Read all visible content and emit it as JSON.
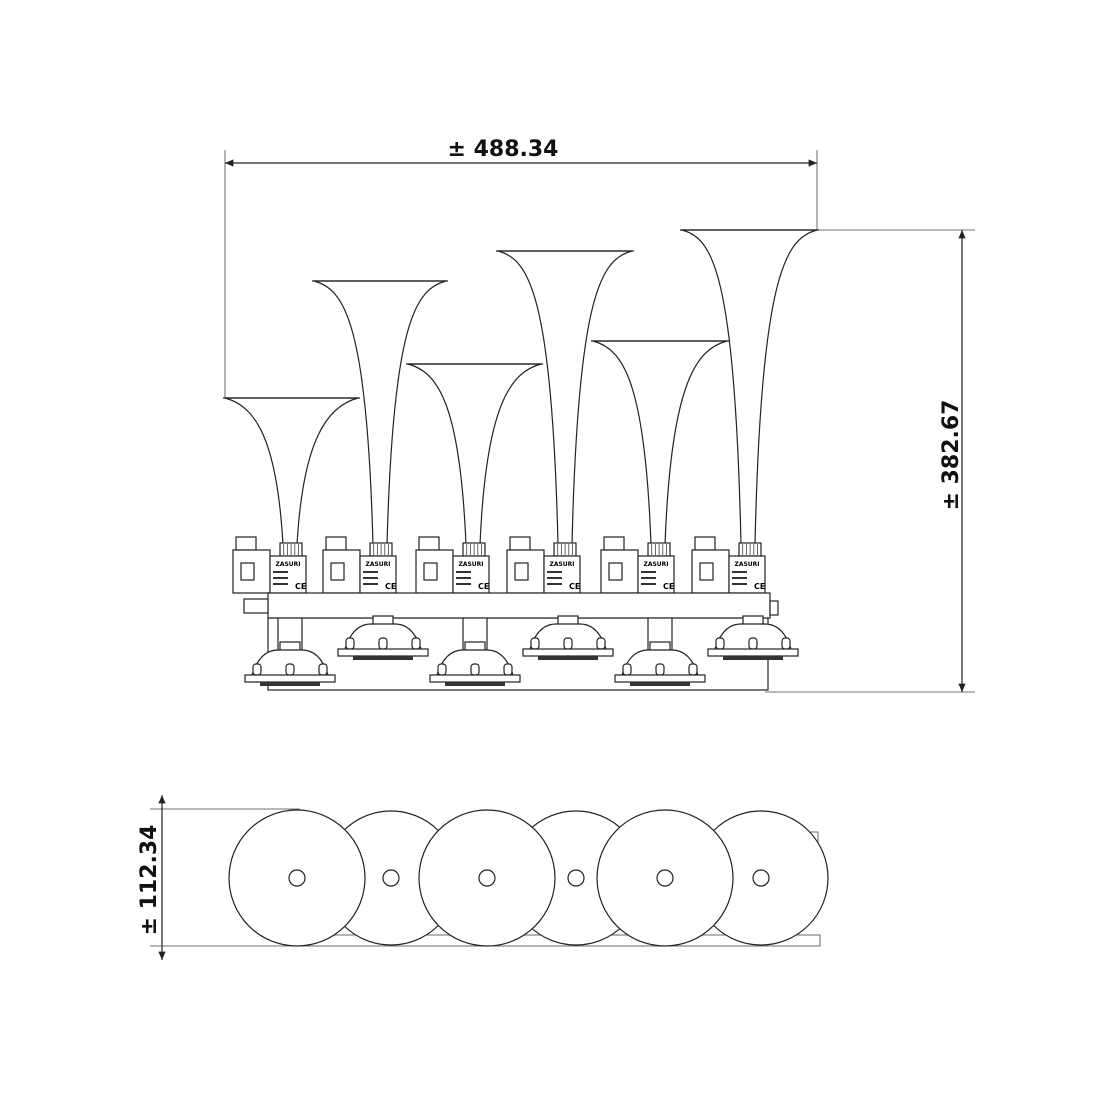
{
  "dimensions": {
    "width": "± 488.34",
    "height": "± 382.67",
    "depth": "± 112.34"
  },
  "solenoid_label": {
    "brand": "ZASURI",
    "mark": "CE"
  },
  "views": {
    "front_horn_count": 6,
    "top_disc_count": 6
  }
}
